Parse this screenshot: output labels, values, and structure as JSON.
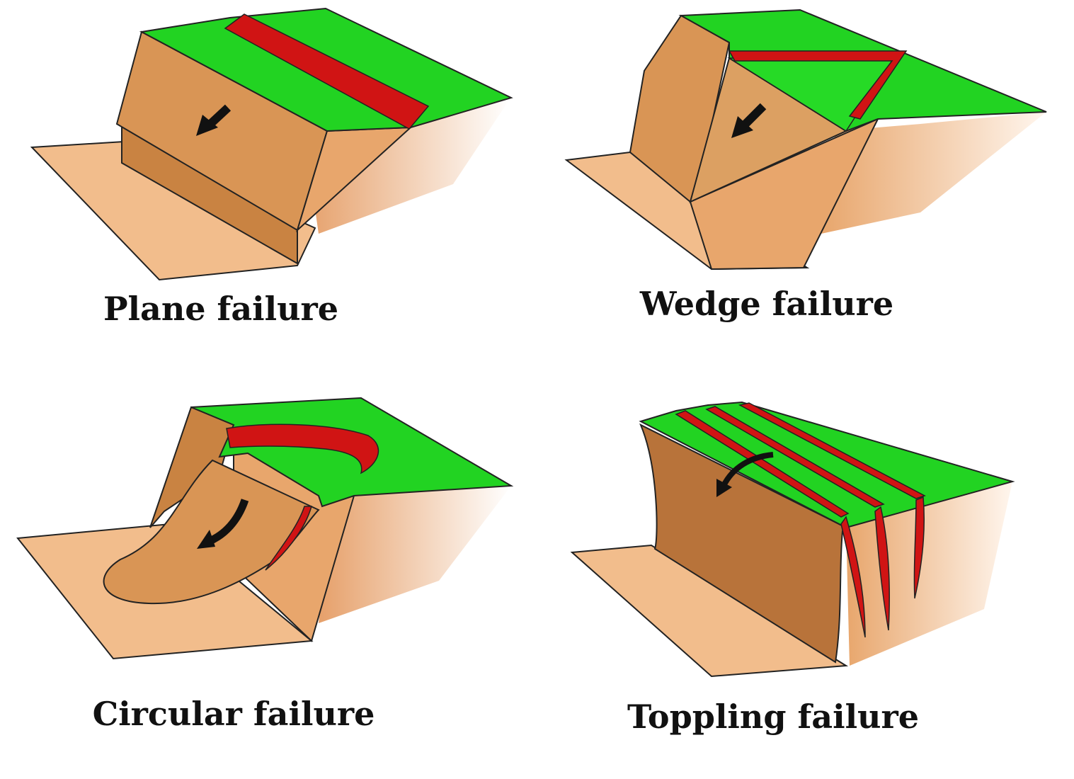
{
  "panels": [
    {
      "id": "plane",
      "caption": "Plane failure"
    },
    {
      "id": "wedge",
      "caption": "Wedge failure"
    },
    {
      "id": "circular",
      "caption": "Circular failure"
    },
    {
      "id": "toppling",
      "caption": "Toppling failure"
    }
  ],
  "colors": {
    "grass": "#22d322",
    "joint": "#d01414",
    "rock_face": "#d99555",
    "rock_side": "#e8a66c",
    "rock_dark": "#b8733a",
    "ground": "#f2bd8c",
    "arrow": "#111111"
  },
  "icons": {
    "movement": "arrow-icon"
  }
}
